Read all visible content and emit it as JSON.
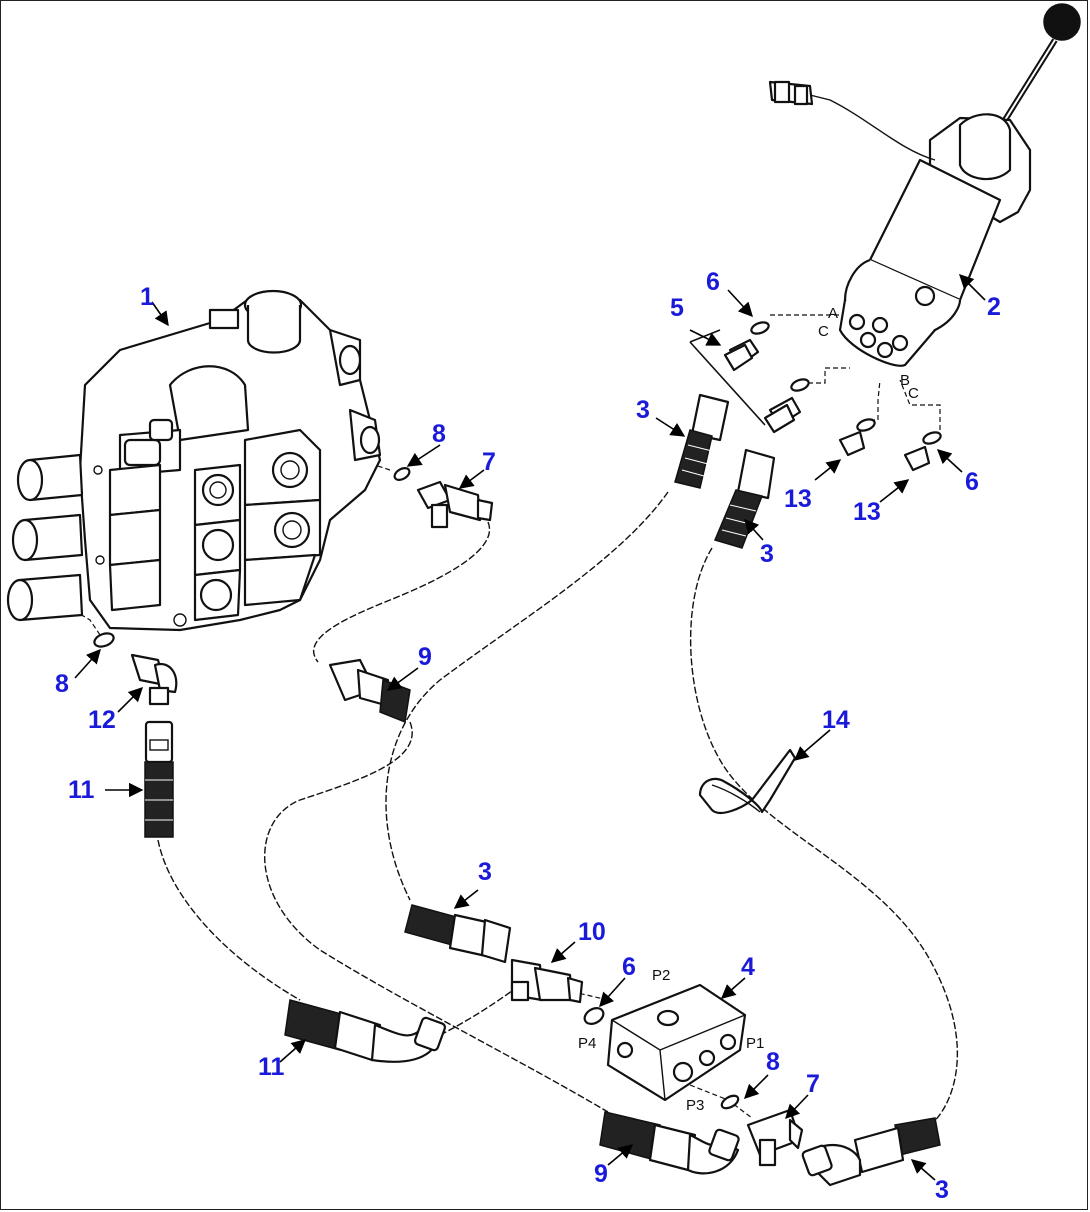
{
  "callout_color": "#1a1adb",
  "arrow_color": "#000000",
  "callouts": [
    {
      "id": "c1",
      "label": "1"
    },
    {
      "id": "c2",
      "label": "2"
    },
    {
      "id": "c3a",
      "label": "3"
    },
    {
      "id": "c3b",
      "label": "3"
    },
    {
      "id": "c3c",
      "label": "3"
    },
    {
      "id": "c3d",
      "label": "3"
    },
    {
      "id": "c4",
      "label": "4"
    },
    {
      "id": "c5",
      "label": "5"
    },
    {
      "id": "c6a",
      "label": "6"
    },
    {
      "id": "c6b",
      "label": "6"
    },
    {
      "id": "c6c",
      "label": "6"
    },
    {
      "id": "c7a",
      "label": "7"
    },
    {
      "id": "c7b",
      "label": "7"
    },
    {
      "id": "c8a",
      "label": "8"
    },
    {
      "id": "c8b",
      "label": "8"
    },
    {
      "id": "c8c",
      "label": "8"
    },
    {
      "id": "c9a",
      "label": "9"
    },
    {
      "id": "c9b",
      "label": "9"
    },
    {
      "id": "c10",
      "label": "10"
    },
    {
      "id": "c11a",
      "label": "11"
    },
    {
      "id": "c11b",
      "label": "11"
    },
    {
      "id": "c12",
      "label": "12"
    },
    {
      "id": "c13a",
      "label": "13"
    },
    {
      "id": "c13b",
      "label": "13"
    },
    {
      "id": "c14",
      "label": "14"
    }
  ],
  "port_labels": {
    "p1": "P1",
    "p2": "P2",
    "p3": "P3",
    "p4": "P4",
    "a": "A",
    "b": "B",
    "c1": "C",
    "c2": "C"
  }
}
